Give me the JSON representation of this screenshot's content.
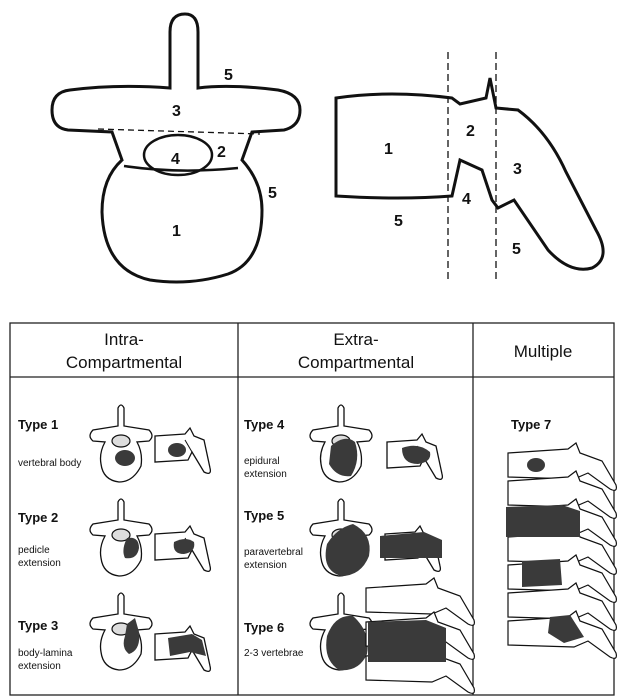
{
  "top_figure": {
    "axial_zones": [
      "1",
      "2",
      "3",
      "4",
      "5",
      "5"
    ],
    "lateral_zones": [
      "1",
      "2",
      "3",
      "4",
      "5",
      "5"
    ]
  },
  "table": {
    "columns": [
      {
        "line1": "Intra-",
        "line2": "Compartmental"
      },
      {
        "line1": "Extra-",
        "line2": "Compartmental"
      },
      {
        "line1": "Multiple",
        "line2": ""
      }
    ],
    "types": [
      {
        "name": "Type 1",
        "desc1": "vertebral body",
        "desc2": ""
      },
      {
        "name": "Type 2",
        "desc1": "pedicle",
        "desc2": "extension"
      },
      {
        "name": "Type 3",
        "desc1": "body-lamina",
        "desc2": "extension"
      },
      {
        "name": "Type 4",
        "desc1": "epidural",
        "desc2": "extension"
      },
      {
        "name": "Type 5",
        "desc1": "paravertebral",
        "desc2": "extension"
      },
      {
        "name": "Type 6",
        "desc1": "2-3 vertebrae",
        "desc2": ""
      },
      {
        "name": "Type 7",
        "desc1": "",
        "desc2": ""
      }
    ]
  }
}
